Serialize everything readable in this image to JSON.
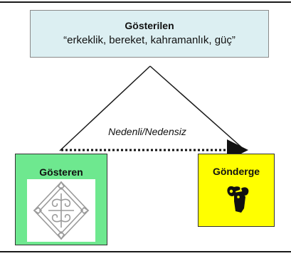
{
  "signified": {
    "title": "Gösterilen",
    "meanings": "“erkeklik, bereket, kahramanlık, güç”"
  },
  "relation": {
    "label": "Nedenli/Nedensiz"
  },
  "signifier": {
    "label": "Gösteren",
    "image": "ram-horn-motif-icon"
  },
  "referent": {
    "label": "Gönderge",
    "image": "ram-head-icon"
  },
  "colors": {
    "signified_fill": "#dceff2",
    "signifier_fill": "#6ee88f",
    "referent_fill": "#ffff00",
    "lines": "#1a1a1a"
  }
}
